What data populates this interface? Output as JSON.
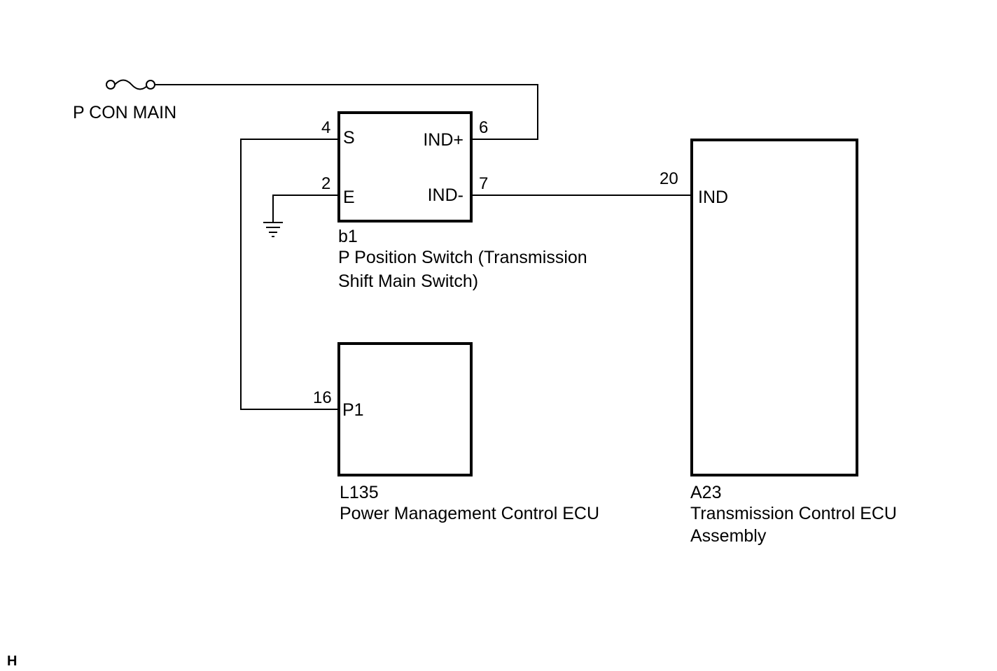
{
  "fuse": {
    "label": "P CON MAIN"
  },
  "p_position_switch": {
    "code": "b1",
    "name_line1": "P Position Switch (Transmission",
    "name_line2": "Shift Main Switch)",
    "pins": {
      "s": {
        "number": "4",
        "name": "S"
      },
      "e": {
        "number": "2",
        "name": "E"
      },
      "ind_plus": {
        "number": "6",
        "name": "IND+"
      },
      "ind_minus": {
        "number": "7",
        "name": "IND-"
      }
    }
  },
  "power_management_ecu": {
    "code": "L135",
    "name_line1": "Power Management Control ECU",
    "pins": {
      "p1": {
        "number": "16",
        "name": "P1"
      }
    }
  },
  "transmission_control_ecu": {
    "code": "A23",
    "name_line1": "Transmission Control ECU",
    "name_line2": "Assembly",
    "pins": {
      "ind": {
        "number": "20",
        "name": "IND"
      }
    }
  },
  "corner_mark": "H"
}
